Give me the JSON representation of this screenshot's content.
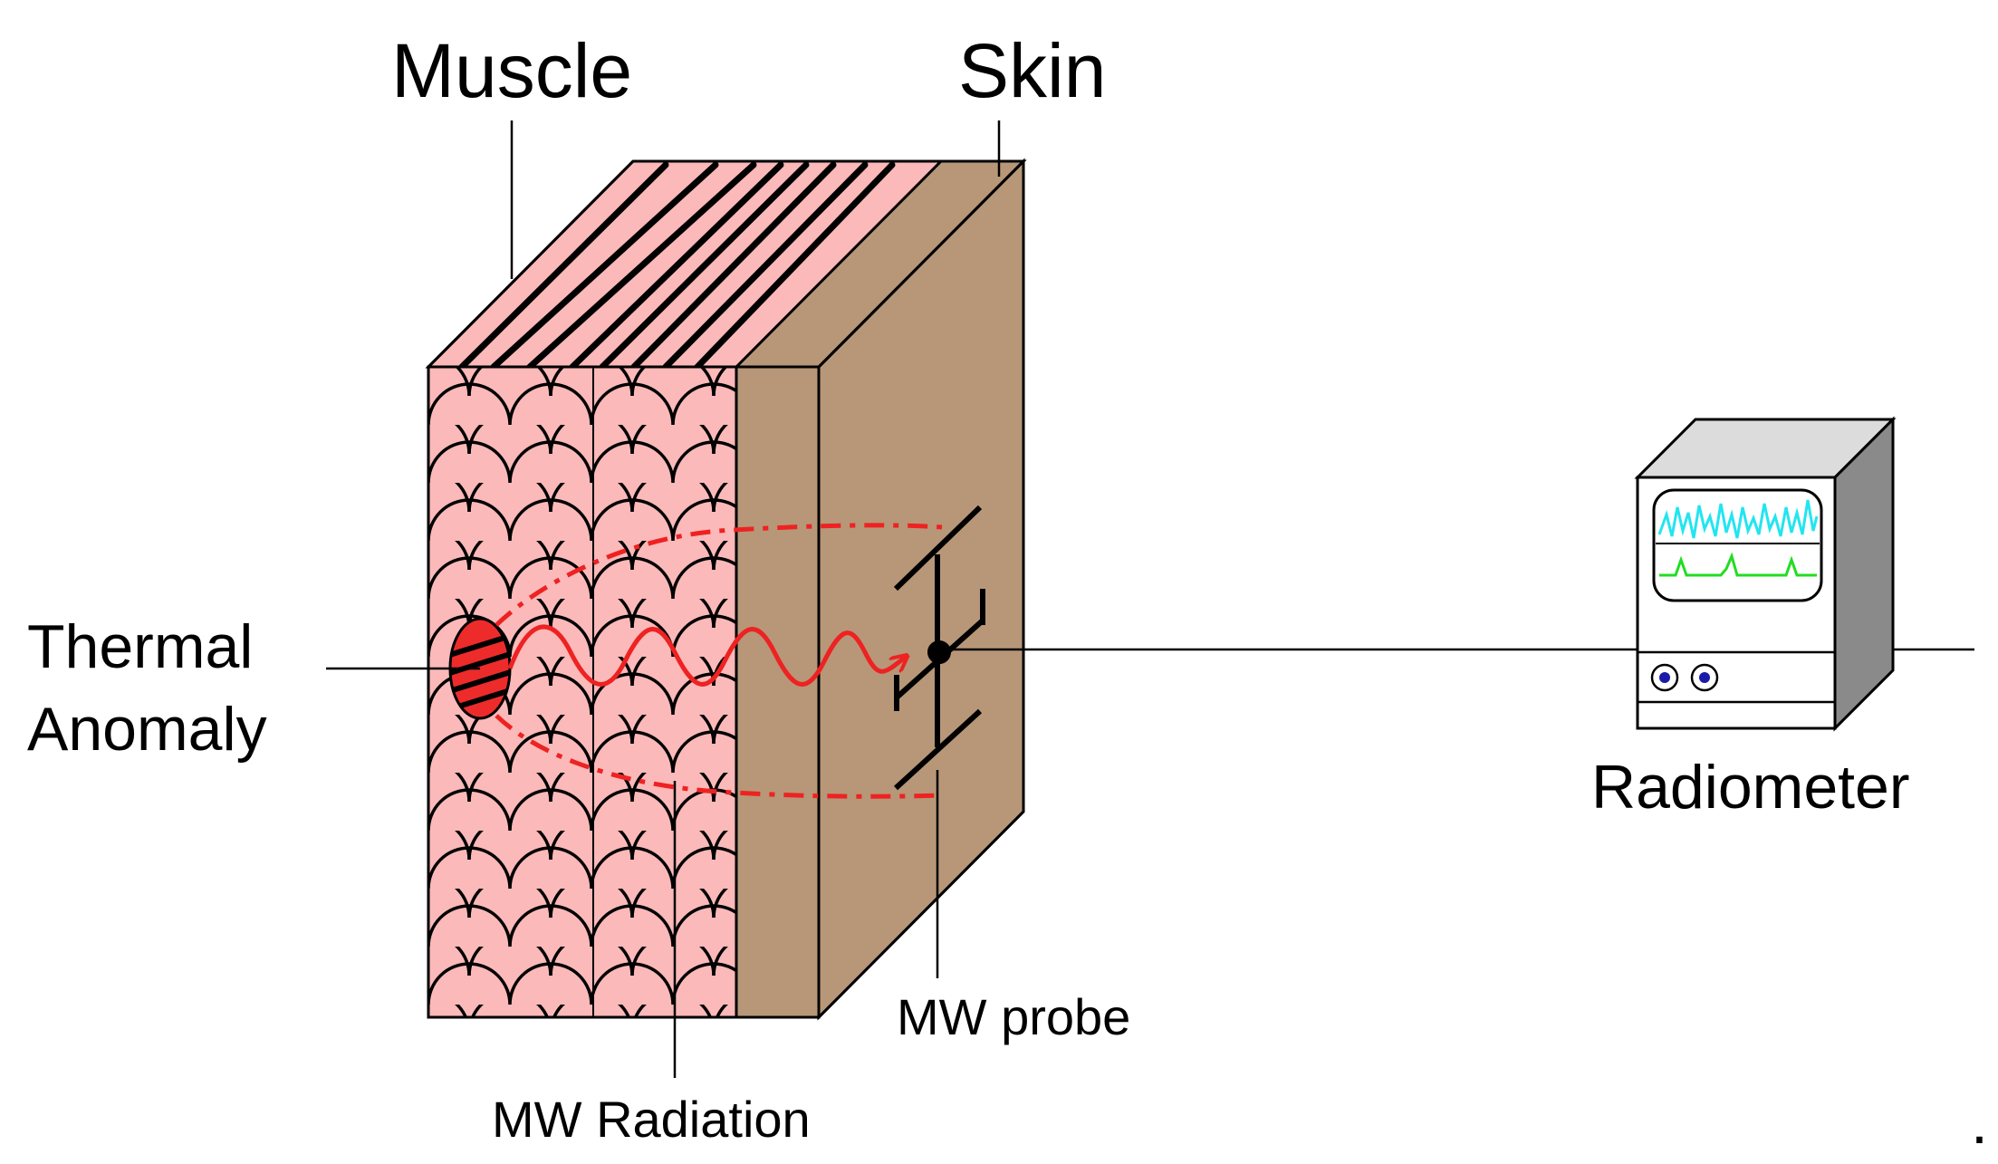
{
  "labels": {
    "muscle": "Muscle",
    "skin": "Skin",
    "thermal_line1": "Thermal",
    "thermal_line2": "Anomaly",
    "radiometer": "Radiometer",
    "mw_probe": "MW probe",
    "mw_radiation": "MW Radiation",
    "trailing_mark": "."
  },
  "colors": {
    "muscle_pink": "#fbb9b9",
    "skin_tan": "#b79778",
    "anomaly_red": "#ee2b2b",
    "radiation_red": "#ee2222",
    "radiometer_screen_trace_top": "#22e5f0",
    "radiometer_screen_trace_bottom": "#22dd22",
    "radiometer_knob_blue": "#1a1aa8",
    "radiometer_side_gray": "#8a8a8a",
    "radiometer_top_gray": "#dcdcdc"
  }
}
